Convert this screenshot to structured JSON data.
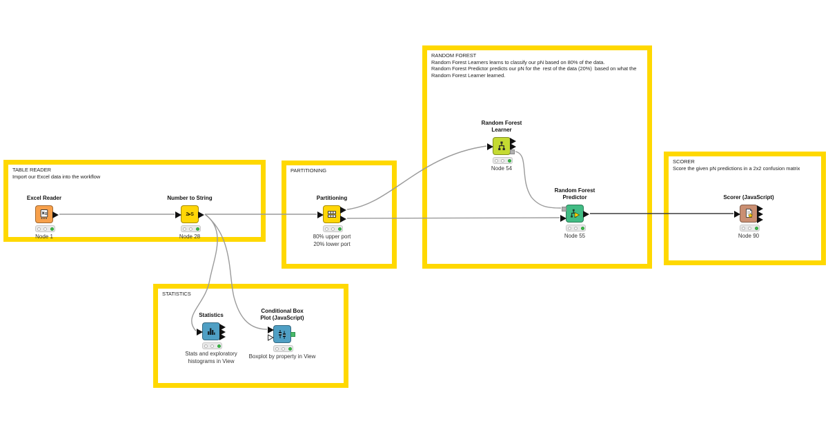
{
  "app": {
    "name": "KNIME workflow canvas"
  },
  "colors": {
    "annotation_border": "#ffd800",
    "connection": "#9a9a9a",
    "connection_dark": "#3b3b3b",
    "status_green": "#3cb944"
  },
  "annotations": [
    {
      "title": "TABLE READER",
      "body": "Import our Excel data into the workflow"
    },
    {
      "title": "PARTITIONING",
      "body": ""
    },
    {
      "title": "STATISTICS",
      "body": ""
    },
    {
      "title": "RANDOM FOREST",
      "body": "Random Forest Learners learns to classify our pN based on 80% of the data.\nRandom Forest Predictor predicts our pN for the  rest of the data (20%)  based on what the\nRandom Forest Learner learned."
    },
    {
      "title": "SCORER",
      "body": "Score the given pN predictions in a 2x2 confusion matrix"
    }
  ],
  "nodes": [
    {
      "title": "Excel Reader",
      "node_label": "Node 1",
      "caption": "",
      "color": "#f7a04b",
      "icon": "excel-file-icon",
      "status": "executed"
    },
    {
      "title": "Number to String",
      "node_label": "Node 28",
      "caption": "",
      "color": "#ffd607",
      "icon": "number-to-string-icon",
      "icon_text": "2▸S",
      "status": "executed"
    },
    {
      "title": "Partitioning",
      "node_label": "",
      "caption": "80% upper port\n20% lower port",
      "color": "#ffd607",
      "icon": "table-split-icon",
      "status": "executed"
    },
    {
      "title": "Statistics",
      "node_label": "",
      "caption": "Stats and exploratory\nhistograms in View",
      "color": "#4f9fc4",
      "icon": "histogram-icon",
      "status": "executed"
    },
    {
      "title": "Conditional Box\nPlot (JavaScript)",
      "node_label": "",
      "caption": "Boxplot by property in View",
      "color": "#4f9fc4",
      "icon": "boxplot-icon",
      "status": "executed"
    },
    {
      "title": "Random Forest\nLearner",
      "node_label": "Node 54",
      "caption": "",
      "color": "#c4da32",
      "icon": "decision-tree-icon",
      "status": "executed"
    },
    {
      "title": "Random Forest\nPredictor",
      "node_label": "Node 55",
      "caption": "",
      "color": "#41bc84",
      "icon": "decision-tree-predict-icon",
      "status": "executed"
    },
    {
      "title": "Scorer (JavaScript)",
      "node_label": "Node 90",
      "caption": "",
      "color": "#ca8f72",
      "icon": "scored-document-icon",
      "status": "executed"
    }
  ]
}
